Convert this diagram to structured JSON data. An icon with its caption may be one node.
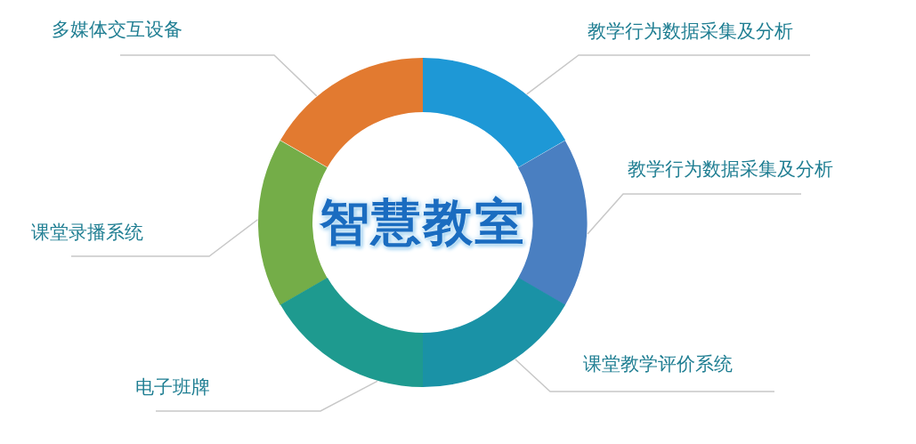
{
  "diagram": {
    "nodes": [
      {
        "text": [
          "智慧教室"
        ]
      },
      {
        "text": [],
        "shape": "arc"
      },
      {
        "text": [],
        "shape": "arc"
      },
      {
        "text": [],
        "shape": "arc"
      },
      {
        "text": [],
        "shape": "arc"
      },
      {
        "text": [],
        "shape": "arc"
      },
      {
        "text": [],
        "shape": "arc"
      },
      {
        "text": [
          "多媒体交互设备"
        ]
      },
      {
        "text": [
          "教学行为数据采集及分析"
        ]
      },
      {
        "text": [
          "教学行为数据采集及分析"
        ]
      },
      {
        "text": [
          "课堂录播系统"
        ]
      },
      {
        "text": [
          "课堂教学评价系统"
        ]
      },
      {
        "text": [
          "电子班牌"
        ]
      }
    ],
    "edges": [
      {
        "from": 7,
        "to": 1,
        "arrow": "none"
      },
      {
        "from": 8,
        "to": 2,
        "arrow": "none"
      },
      {
        "from": 9,
        "to": 4,
        "arrow": "none"
      },
      {
        "from": 10,
        "to": 3,
        "arrow": "none"
      },
      {
        "from": 11,
        "to": 6,
        "arrow": "none"
      },
      {
        "from": 12,
        "to": 5,
        "arrow": "none"
      }
    ]
  }
}
